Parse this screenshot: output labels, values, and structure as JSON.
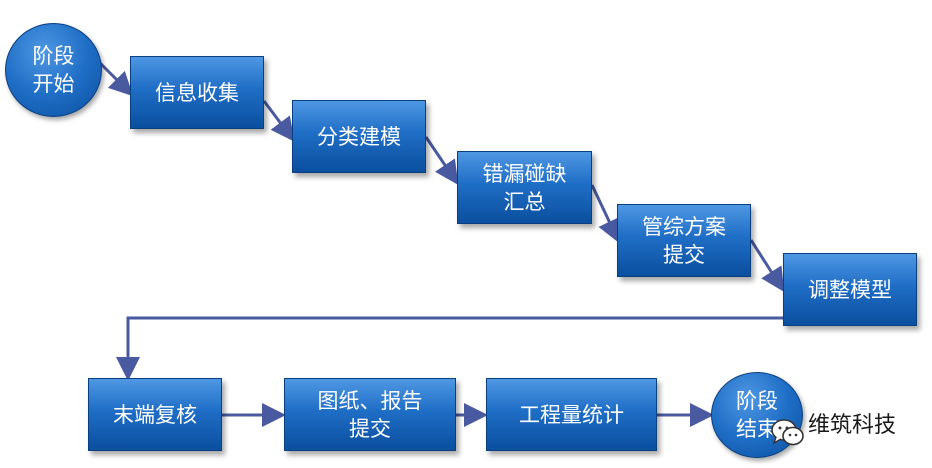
{
  "nodes": {
    "start": "阶段\n开始",
    "collect": "信息收集",
    "classify": "分类建模",
    "errors": "错漏碰缺\n汇总",
    "pipeline": "管综方案\n提交",
    "adjust": "调整模型",
    "review": "末端复核",
    "drawings": "图纸、报告\n提交",
    "quantity": "工程量统计",
    "end": "阶段\n结束"
  },
  "watermark": {
    "text": "维筑科技",
    "icon": "wechat-icon"
  },
  "colors": {
    "box_top": "#4f97e3",
    "box_bottom": "#0b4f9f",
    "arrow": "#4a5aa0"
  }
}
